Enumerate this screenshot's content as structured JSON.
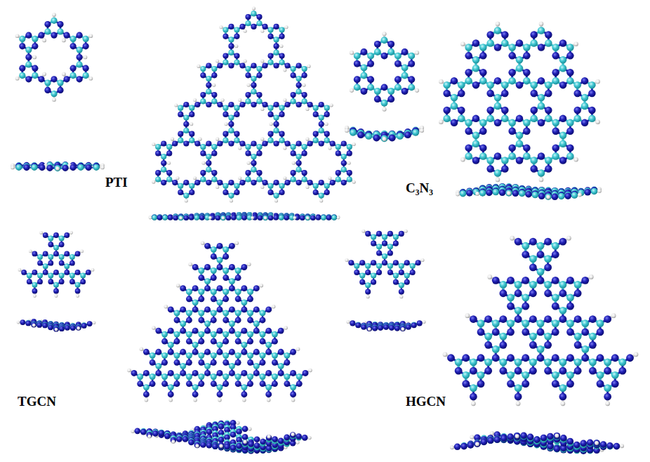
{
  "diagram": {
    "labels": [
      "PTI",
      "C₃N₃",
      "TGCN",
      "HGCN"
    ]
  }
}
